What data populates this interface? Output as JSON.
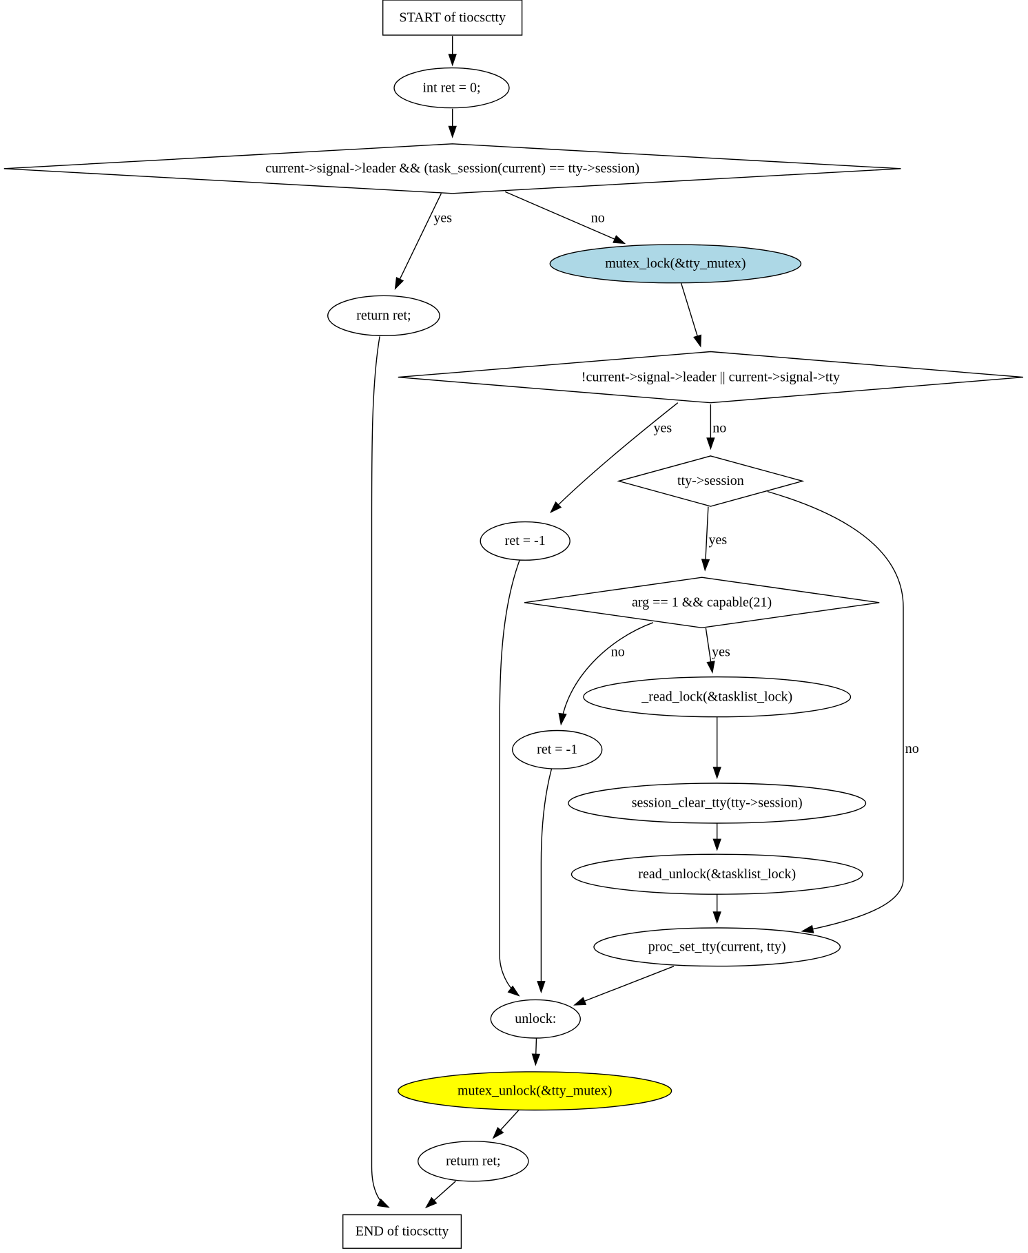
{
  "diagram": {
    "nodes": [
      {
        "id": "start",
        "shape": "box",
        "label": "START of tiocsctty",
        "fill": "#ffffff"
      },
      {
        "id": "init",
        "shape": "ellipse",
        "label": "int ret = 0;",
        "fill": "#ffffff"
      },
      {
        "id": "cond1",
        "shape": "diamond",
        "label": "current->signal->leader && (task_session(current) == tty->session)",
        "fill": "#ffffff"
      },
      {
        "id": "ret1",
        "shape": "ellipse",
        "label": "return ret;",
        "fill": "#ffffff"
      },
      {
        "id": "lock",
        "shape": "ellipse",
        "label": "mutex_lock(&tty_mutex)",
        "fill": "#add8e6"
      },
      {
        "id": "cond2",
        "shape": "diamond",
        "label": "!current->signal->leader || current->signal->tty",
        "fill": "#ffffff"
      },
      {
        "id": "retm1a",
        "shape": "ellipse",
        "label": "ret = -1",
        "fill": "#ffffff"
      },
      {
        "id": "cond3",
        "shape": "diamond",
        "label": "tty->session",
        "fill": "#ffffff"
      },
      {
        "id": "cond4",
        "shape": "diamond",
        "label": "arg == 1 && capable(21)",
        "fill": "#ffffff"
      },
      {
        "id": "retm1b",
        "shape": "ellipse",
        "label": "ret = -1",
        "fill": "#ffffff"
      },
      {
        "id": "readlock",
        "shape": "ellipse",
        "label": "_read_lock(&tasklist_lock)",
        "fill": "#ffffff"
      },
      {
        "id": "sessclear",
        "shape": "ellipse",
        "label": "session_clear_tty(tty->session)",
        "fill": "#ffffff"
      },
      {
        "id": "readunlock",
        "shape": "ellipse",
        "label": "read_unlock(&tasklist_lock)",
        "fill": "#ffffff"
      },
      {
        "id": "procset",
        "shape": "ellipse",
        "label": "proc_set_tty(current, tty)",
        "fill": "#ffffff"
      },
      {
        "id": "unlocklbl",
        "shape": "ellipse",
        "label": "unlock:",
        "fill": "#ffffff"
      },
      {
        "id": "mutexunlock",
        "shape": "ellipse",
        "label": "mutex_unlock(&tty_mutex)",
        "fill": "#ffff00"
      },
      {
        "id": "ret2",
        "shape": "ellipse",
        "label": "return ret;",
        "fill": "#ffffff"
      },
      {
        "id": "end",
        "shape": "box",
        "label": "END of tiocsctty",
        "fill": "#ffffff"
      }
    ],
    "edges": [
      {
        "from": "start",
        "to": "init",
        "label": ""
      },
      {
        "from": "init",
        "to": "cond1",
        "label": ""
      },
      {
        "from": "cond1",
        "to": "ret1",
        "label": "yes"
      },
      {
        "from": "cond1",
        "to": "lock",
        "label": "no"
      },
      {
        "from": "ret1",
        "to": "end",
        "label": ""
      },
      {
        "from": "lock",
        "to": "cond2",
        "label": ""
      },
      {
        "from": "cond2",
        "to": "retm1a",
        "label": "yes"
      },
      {
        "from": "cond2",
        "to": "cond3",
        "label": "no"
      },
      {
        "from": "cond3",
        "to": "cond4",
        "label": "yes"
      },
      {
        "from": "cond3",
        "to": "procset",
        "label": "no"
      },
      {
        "from": "retm1a",
        "to": "unlocklbl",
        "label": ""
      },
      {
        "from": "cond4",
        "to": "retm1b",
        "label": "no"
      },
      {
        "from": "cond4",
        "to": "readlock",
        "label": "yes"
      },
      {
        "from": "readlock",
        "to": "sessclear",
        "label": ""
      },
      {
        "from": "sessclear",
        "to": "readunlock",
        "label": ""
      },
      {
        "from": "readunlock",
        "to": "procset",
        "label": ""
      },
      {
        "from": "retm1b",
        "to": "unlocklbl",
        "label": ""
      },
      {
        "from": "procset",
        "to": "unlocklbl",
        "label": ""
      },
      {
        "from": "unlocklbl",
        "to": "mutexunlock",
        "label": ""
      },
      {
        "from": "mutexunlock",
        "to": "ret2",
        "label": ""
      },
      {
        "from": "ret2",
        "to": "end",
        "label": ""
      }
    ]
  }
}
